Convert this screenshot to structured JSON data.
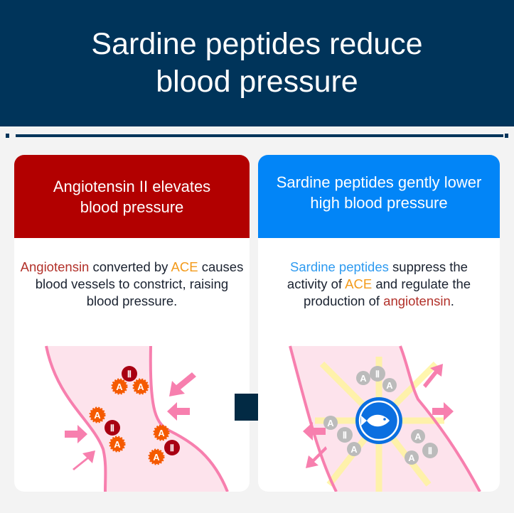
{
  "title": "Sardine peptides reduce blood pressure",
  "left_card": {
    "heading": "Angiotensin II elevates blood pressure",
    "body": {
      "term1": "Angiotensin",
      "text1": " converted by ",
      "term2": "ACE",
      "text2": " causes blood vessels to constrict, raising blood pressure."
    }
  },
  "right_card": {
    "heading": "Sardine peptides gently lower high blood pressure",
    "body": {
      "term1": "Sardine peptides",
      "text1": " suppress the activity of ",
      "term2": "ACE",
      "text2": " and regulate the production of ",
      "term3": "angiotensin",
      "text3": "."
    }
  },
  "labels": {
    "ace": "A",
    "angiotensin2": "Ⅱ"
  },
  "colors": {
    "navy": "#00345a",
    "red": "#b20000",
    "blue": "#0285f7",
    "orange": "#f55a00",
    "pink": "#f77fae"
  }
}
